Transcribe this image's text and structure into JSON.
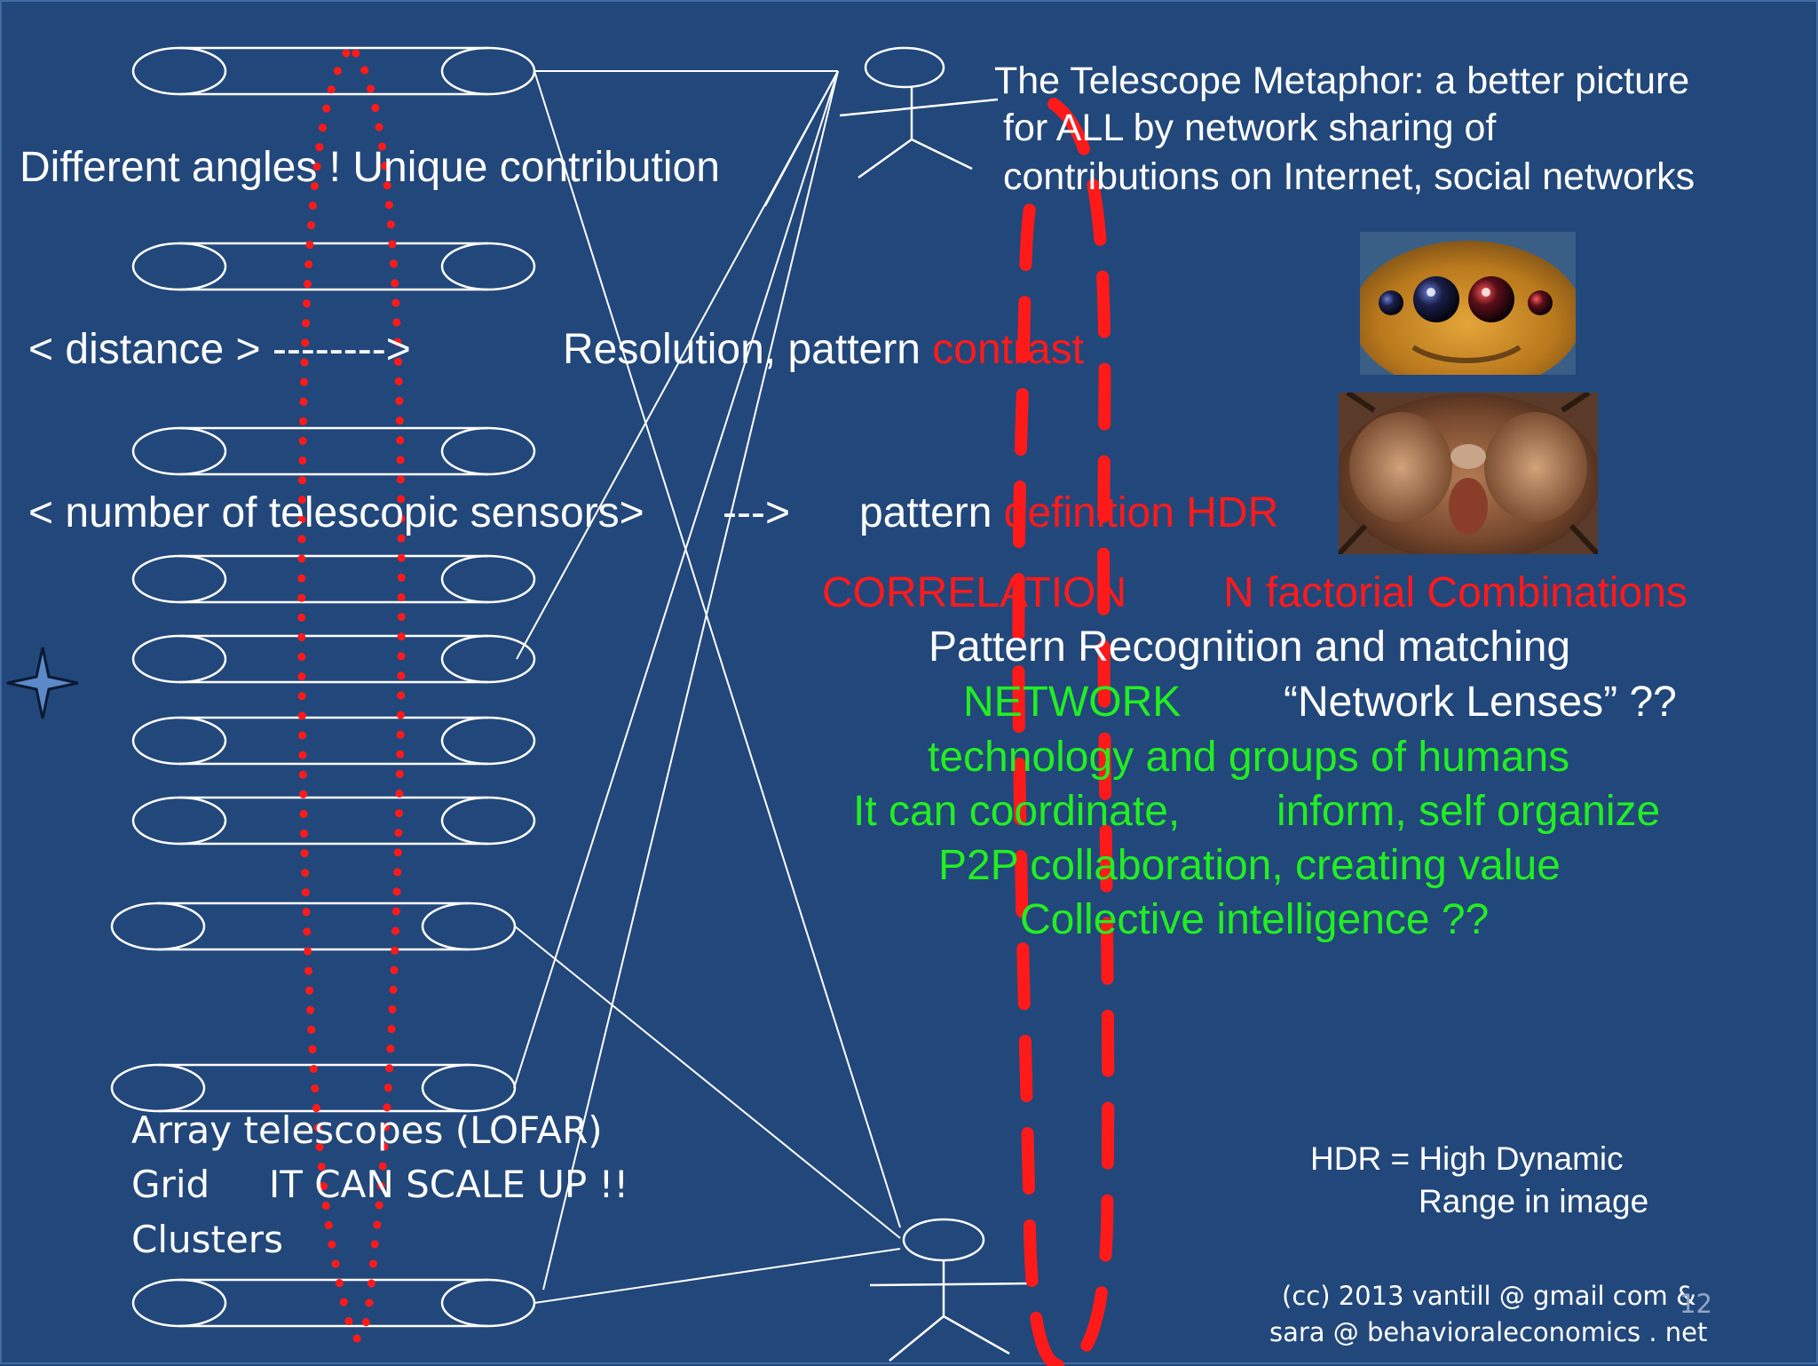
{
  "slide": {
    "page_number": "12",
    "title_lines": [
      "The Telescope Metaphor: a better picture",
      "for ALL by network sharing of",
      "contributions on Internet, social networks"
    ]
  },
  "left_text": {
    "angles": "Different angles !  Unique contribution",
    "distance": "< distance > -------->",
    "sensors": "< number of telescopic sensors>",
    "arrow": "--->",
    "array_line1": "Array telescopes (LOFAR)",
    "array_line2": "Grid     IT CAN SCALE UP !!",
    "array_line3": "Clusters"
  },
  "middle_text": {
    "resolution_white": "Resolution, pattern",
    "resolution_red": "contrast",
    "pattern_white": "pattern",
    "pattern_red": "definition HDR"
  },
  "right_text": {
    "correlation": "CORRELATION",
    "n_factorial": "N factorial Combinations",
    "pattern_recognition": "Pattern Recognition and matching",
    "network": "NETWORK",
    "network_lenses": "“Network Lenses” ??",
    "technology": "technology and groups of humans",
    "coordinate": "It can coordinate,",
    "inform": "inform, self organize",
    "p2p": "P2P collaboration, creating value",
    "collective": "Collective intelligence ??"
  },
  "hdr_note": {
    "line1": "HDR = High Dynamic",
    "line2": "Range in image"
  },
  "credits": {
    "line1": "(cc) 2013 vantill @ gmail com &",
    "line2": "sara @ behavioraleconomics . net"
  },
  "images": {
    "jumping_spider": "jumping-spider-eyes-photo",
    "spider_face": "spider-face-closeup-photo"
  },
  "colors": {
    "background": "#22477b",
    "line": "#ffffff",
    "accent_red": "#ff1a1a",
    "accent_green": "#22ee22"
  }
}
